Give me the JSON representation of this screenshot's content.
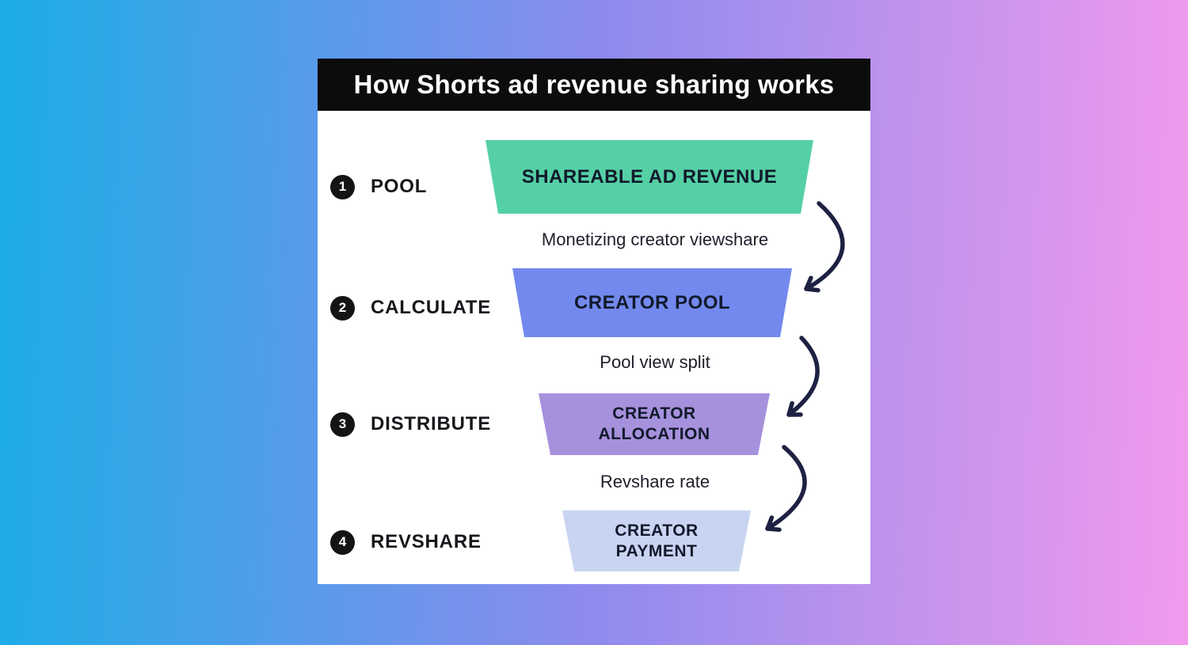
{
  "title": "How Shorts ad revenue sharing works",
  "colors": {
    "bg_left": "#1bade6",
    "bg_mid": "#8d8bed",
    "bg_right": "#f19aed",
    "card_bg": "#ffffff",
    "header_bg": "#0c0c0c",
    "header_text": "#ffffff",
    "badge_bg": "#141414",
    "badge_text": "#ffffff",
    "step_text": "#17171c",
    "box_text": "#111a2b",
    "connector_text": "#1d1f2a",
    "arrow": "#1e2142"
  },
  "steps": [
    {
      "number": "1",
      "label": "POOL",
      "box_lines": [
        "SHAREABLE AD REVENUE"
      ],
      "box_color": "#55d0a5",
      "connector": "Monetizing creator viewshare"
    },
    {
      "number": "2",
      "label": "CALCULATE",
      "box_lines": [
        "CREATOR POOL"
      ],
      "box_color": "#7389ee",
      "connector": "Pool view split"
    },
    {
      "number": "3",
      "label": "DISTRIBUTE",
      "box_lines": [
        "CREATOR",
        "ALLOCATION"
      ],
      "box_color": "#a691dd",
      "connector": "Revshare rate"
    },
    {
      "number": "4",
      "label": "REVSHARE",
      "box_lines": [
        "CREATOR",
        "PAYMENT"
      ],
      "box_color": "#c9d4f2",
      "connector": ""
    }
  ]
}
